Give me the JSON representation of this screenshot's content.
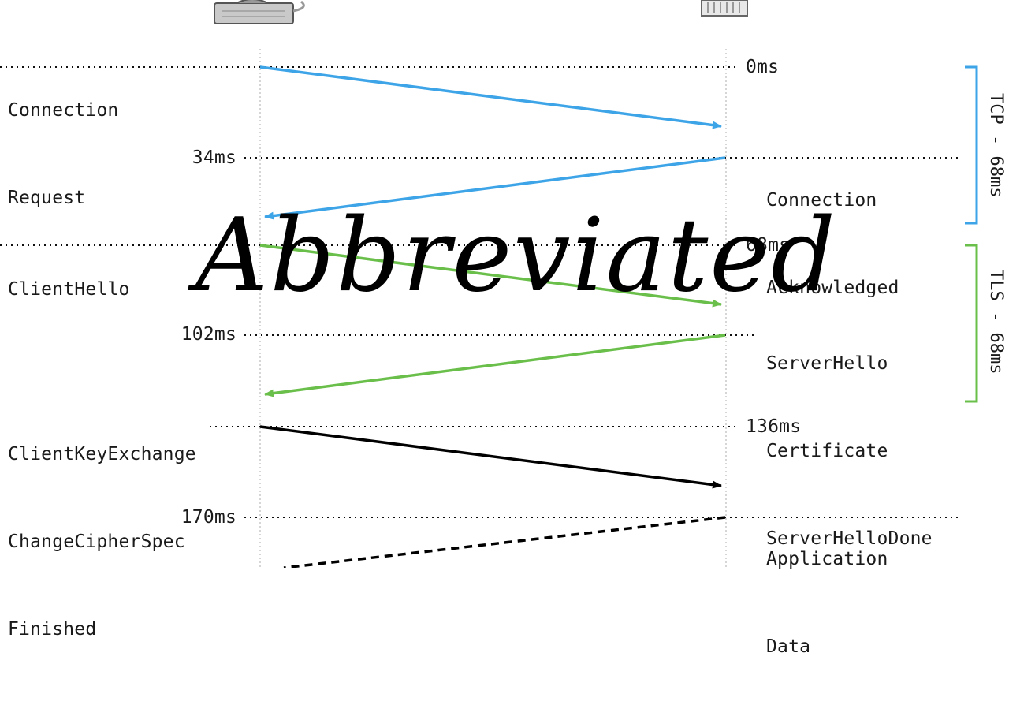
{
  "title": "",
  "left_events": [
    {
      "lines": [
        "Connection",
        "Request"
      ]
    },
    {
      "lines": [
        "ClientHello"
      ]
    },
    {
      "lines": [
        "ClientKeyExchange",
        "ChangeCipherSpec",
        "Finished"
      ]
    }
  ],
  "right_events": [
    {
      "lines": [
        "Connection",
        "Acknowledged"
      ]
    },
    {
      "lines": [
        "ServerHello",
        "Certificate",
        "ServerHelloDone"
      ]
    },
    {
      "lines": [
        "Application",
        "Data"
      ]
    }
  ],
  "timestamps": {
    "t0": "0ms",
    "t34": "34ms",
    "t68": "68ms",
    "t102": "102ms",
    "t136": "136ms",
    "t170": "170ms"
  },
  "phases": {
    "tcp": {
      "label": "TCP - 68ms",
      "color": "#3da4e8"
    },
    "tls": {
      "label": "TLS - 68ms",
      "color": "#6abf4b"
    }
  },
  "arrow_colors": {
    "tcp": "#3da4e8",
    "tls": "#6abf4b",
    "app": "#000000"
  },
  "icons": {
    "client": "desktop-computer-icon",
    "server": "server-icon"
  },
  "watermark": "Abbreviated"
}
